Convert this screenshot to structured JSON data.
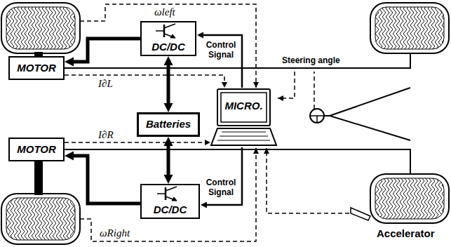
{
  "diagram": {
    "nodes": [
      {
        "text": [
          "DC/DC"
        ]
      },
      {
        "text": [
          "MOTOR"
        ]
      },
      {
        "text": [
          "Batteries"
        ]
      },
      {
        "text": [
          "MICRO."
        ]
      },
      {
        "text": [
          "MOTOR"
        ]
      },
      {
        "text": [
          "DC/DC"
        ]
      }
    ],
    "edges": [
      {
        "from": 2,
        "to": 0,
        "arrow": "both"
      },
      {
        "from": 2,
        "to": 5,
        "arrow": "both"
      },
      {
        "from": 3,
        "to": 0,
        "arrow": "to",
        "label": "Control Signal"
      },
      {
        "from": 3,
        "to": 5,
        "arrow": "to",
        "label": "Control Signal"
      },
      {
        "from": 0,
        "to": 1,
        "arrow": "to"
      },
      {
        "from": 5,
        "to": 4,
        "arrow": "to"
      },
      {
        "from": 1,
        "to": 3,
        "arrow": "to",
        "label": "I∂L"
      },
      {
        "from": 4,
        "to": 3,
        "arrow": "to",
        "label": "I∂R"
      }
    ],
    "labels": [
      "ωleft",
      "Steering angle",
      "ωRight",
      "Accelerator"
    ]
  }
}
